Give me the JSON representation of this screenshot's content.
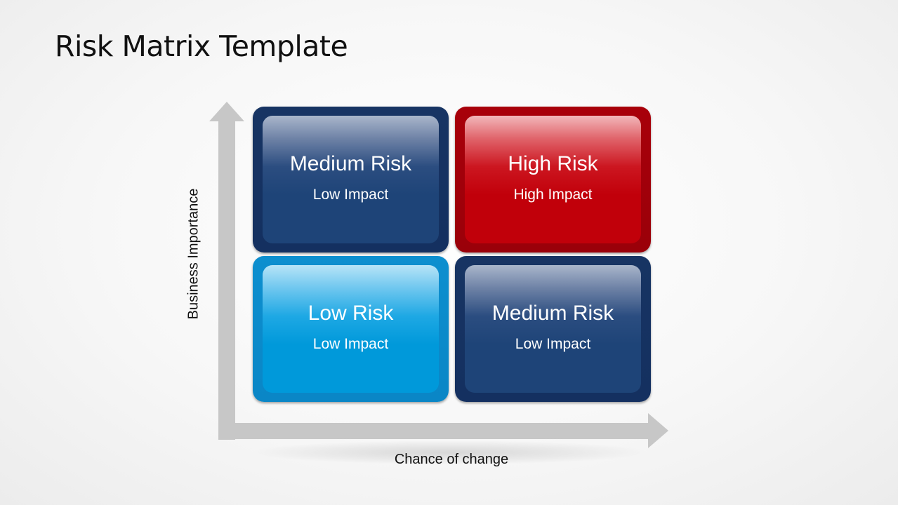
{
  "slide": {
    "title": "Risk Matrix Template"
  },
  "axes": {
    "y_label": "Business Importance",
    "x_label": "Chance of change",
    "arrow_color": "#c7c7c7"
  },
  "quadrants": {
    "top_left": {
      "title": "Medium Risk",
      "subtitle": "Low Impact",
      "color": "#1e4478"
    },
    "top_right": {
      "title": "High Risk",
      "subtitle": "High Impact",
      "color": "#c1000a"
    },
    "bottom_left": {
      "title": "Low Risk",
      "subtitle": "Low Impact",
      "color": "#0099da"
    },
    "bottom_right": {
      "title": "Medium Risk",
      "subtitle": "Low Impact",
      "color": "#1e4478"
    }
  }
}
